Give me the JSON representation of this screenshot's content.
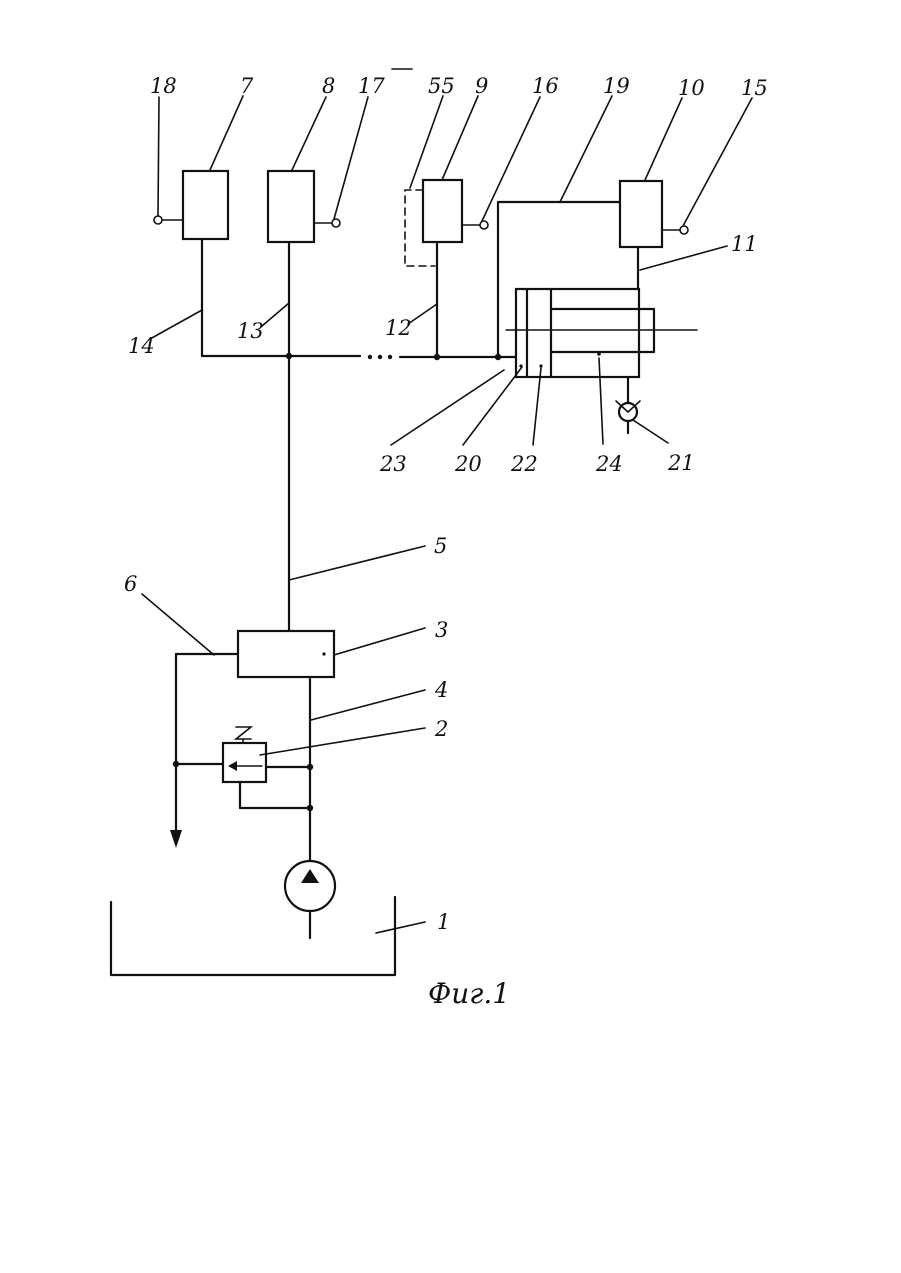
{
  "caption": "Фиг.1",
  "labels": {
    "l1": "1",
    "l2": "2",
    "l3": "3",
    "l4": "4",
    "l5": "5",
    "l6": "6",
    "l7": "7",
    "l8": "8",
    "l9": "9",
    "l10": "10",
    "l11": "11",
    "l12": "12",
    "l13": "13",
    "l14": "14",
    "l15": "15",
    "l16": "16",
    "l17": "17",
    "l18": "18",
    "l19": "19",
    "l20": "20",
    "l21": "21",
    "l22": "22",
    "l23": "23",
    "l24": "24",
    "l55": "55"
  }
}
